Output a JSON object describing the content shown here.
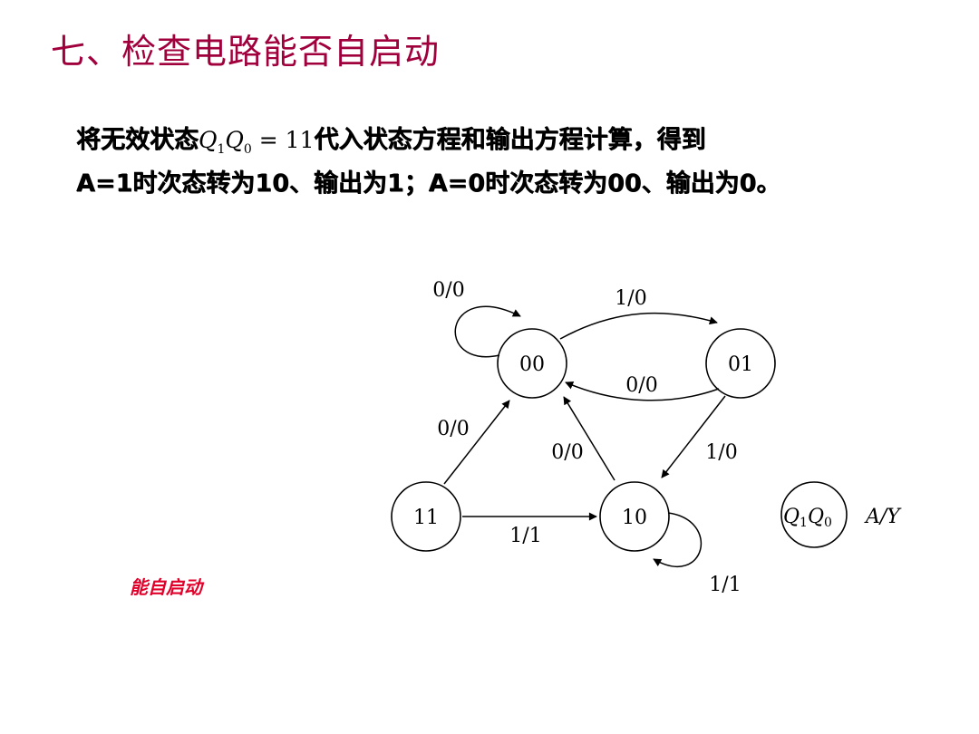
{
  "title": "七、检查电路能否自启动",
  "text": {
    "line1_pre": "将无效状态",
    "math_q": "Q",
    "math_sub1": "1",
    "math_sub0": "0",
    "math_eq": " = 11",
    "line1_post": "代入状态方程和输出方程计算，得到",
    "line2": "A=1时次态转为10、输出为1；A=0时次态转为00、输出为0。"
  },
  "diagram": {
    "states": [
      {
        "id": "s00",
        "label": "00"
      },
      {
        "id": "s01",
        "label": "01"
      },
      {
        "id": "s11",
        "label": "11"
      },
      {
        "id": "s10",
        "label": "10"
      }
    ],
    "transitions": [
      {
        "from": "00",
        "to": "00",
        "label": "0/0"
      },
      {
        "from": "00",
        "to": "01",
        "label": "1/0"
      },
      {
        "from": "01",
        "to": "00",
        "label": "0/0"
      },
      {
        "from": "11",
        "to": "00",
        "label": "0/0"
      },
      {
        "from": "10",
        "to": "00",
        "label": "0/0"
      },
      {
        "from": "01",
        "to": "10",
        "label": "1/0"
      },
      {
        "from": "11",
        "to": "10",
        "label": "1/1"
      },
      {
        "from": "10",
        "to": "10",
        "label": "1/1"
      }
    ],
    "legend": {
      "q": "Q",
      "sub1": "1",
      "sub0": "0",
      "label": "A/Y"
    }
  },
  "note": "能自启动",
  "colors": {
    "title": "#a0003c",
    "note": "#e0002a"
  }
}
